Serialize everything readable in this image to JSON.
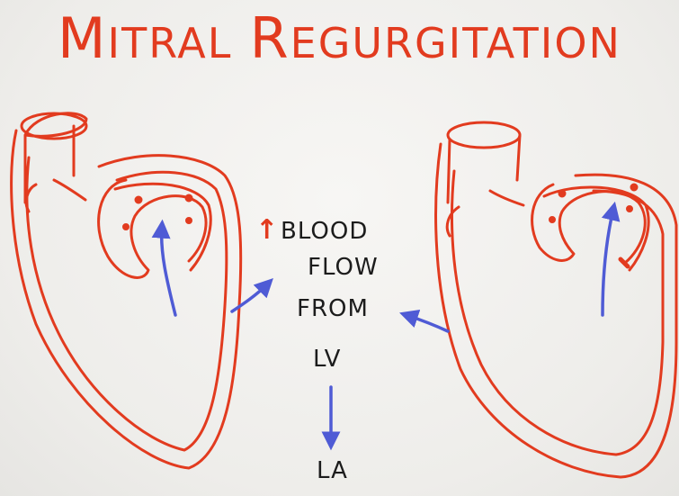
{
  "title": {
    "first_initial": "M",
    "first_rest": "ITRAL",
    "second_initial": "R",
    "second_rest": "EGURGITATION"
  },
  "annotation": {
    "up_symbol": "↑",
    "line1": "BLOOD",
    "line2": "FLOW",
    "line3": "FROM",
    "source": "LV",
    "target": "LA"
  },
  "colors": {
    "heart_outline": "#e23b1f",
    "flow_arrow": "#4f5bd5",
    "ink": "#1c1c1c",
    "board": "#f1f0ee"
  }
}
